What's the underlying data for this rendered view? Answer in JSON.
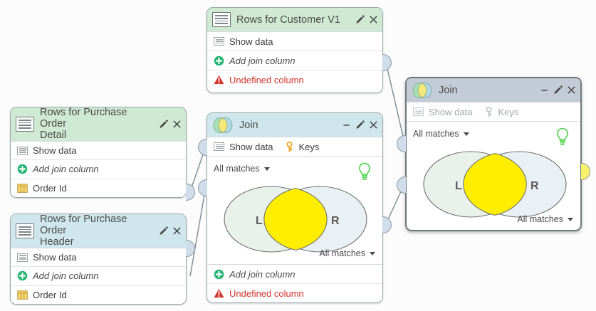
{
  "canvas": {
    "background": "#fcfcfc",
    "colors": {
      "header_green": "#cfe9d2",
      "header_cyan": "#cfe6ec",
      "header_selected": "#c3ccd6",
      "warning_red": "#d0342c",
      "venn_left": "#e9f2ea",
      "venn_right": "#e9f0f3",
      "venn_overlap": "#ffee00",
      "port_blue": "#cfdeea",
      "port_yellow": "#f7f26a",
      "bulb_green": "#5bd65b",
      "key_gold": "#f5a623",
      "plus_green": "#22b573"
    }
  },
  "nodes": [
    {
      "id": "rows-customer-v1",
      "title": "Rows for Customer V1",
      "header_style": "green",
      "icon": "document-rows-icon",
      "controls": [
        "edit-pencil-icon",
        "close-icon"
      ],
      "rows": [
        {
          "icon": "show-data-icon",
          "label": "Show data",
          "style": "plain"
        },
        {
          "icon": "add-plus-icon",
          "label": "Add join column",
          "style": "italic"
        },
        {
          "icon": "warning-triangle-icon",
          "label": "Undefined column",
          "style": "warn"
        }
      ]
    },
    {
      "id": "rows-purchase-order-detail",
      "title": "Rows for Purchase Order\nDetail",
      "header_style": "green",
      "icon": "document-rows-icon",
      "controls": [
        "edit-pencil-icon",
        "close-icon"
      ],
      "rows": [
        {
          "icon": "show-data-icon",
          "label": "Show data",
          "style": "plain"
        },
        {
          "icon": "add-plus-icon",
          "label": "Add join column",
          "style": "italic"
        },
        {
          "icon": "table-column-icon",
          "label": "Order Id",
          "style": "plain"
        }
      ]
    },
    {
      "id": "rows-purchase-order-header",
      "title": "Rows for Purchase Order\nHeader",
      "header_style": "cyan",
      "icon": "document-rows-icon",
      "controls": [
        "edit-pencil-icon",
        "close-icon"
      ],
      "rows": [
        {
          "icon": "show-data-icon",
          "label": "Show data",
          "style": "plain"
        },
        {
          "icon": "add-plus-icon",
          "label": "Add join column",
          "style": "italic"
        },
        {
          "icon": "table-column-icon",
          "label": "Order Id",
          "style": "plain"
        }
      ]
    },
    {
      "id": "join-center",
      "title": "Join",
      "header_style": "join",
      "icon": "venn-join-icon",
      "controls": [
        "minimize-icon",
        "edit-pencil-icon",
        "close-icon"
      ],
      "toolbar": [
        {
          "icon": "show-data-icon",
          "label": "Show data"
        },
        {
          "icon": "key-icon",
          "label": "Keys"
        }
      ],
      "left_match": "All matches",
      "right_match": "All matches",
      "venn_left_label": "L",
      "venn_right_label": "R",
      "hint_icon": "lightbulb-icon",
      "rows": [
        {
          "icon": "add-plus-icon",
          "label": "Add join column",
          "style": "italic"
        },
        {
          "icon": "warning-triangle-icon",
          "label": "Undefined column",
          "style": "warn"
        }
      ]
    },
    {
      "id": "join-right",
      "title": "Join",
      "header_style": "greyblue",
      "selected": true,
      "icon": "venn-join-icon",
      "controls": [
        "minimize-icon",
        "edit-pencil-icon",
        "close-icon"
      ],
      "toolbar": [
        {
          "icon": "show-data-icon",
          "label": "Show data"
        },
        {
          "icon": "key-icon",
          "label": "Keys"
        }
      ],
      "left_match": "All matches",
      "right_match": "All matches",
      "venn_left_label": "L",
      "venn_right_label": "R",
      "hint_icon": "lightbulb-icon",
      "rows": []
    }
  ]
}
